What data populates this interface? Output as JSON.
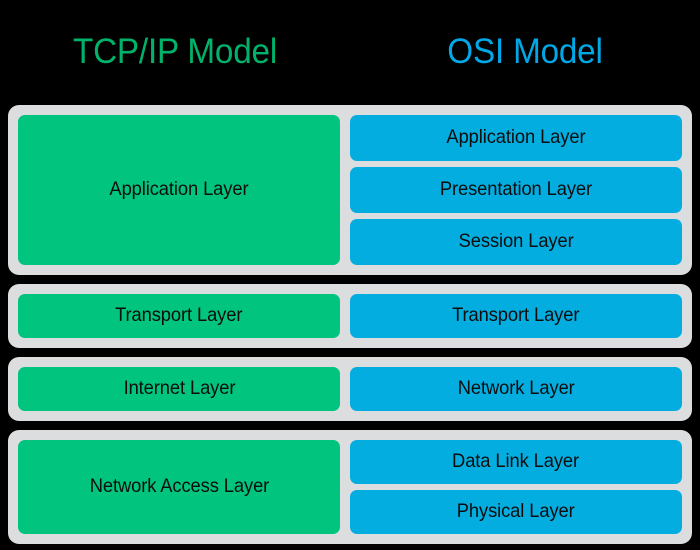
{
  "diagram": {
    "title_left": "TCP/IP Model",
    "title_right": "OSI Model",
    "accent_green": "#01c47e",
    "accent_blue": "#04ade0",
    "title_green": "#00b36b",
    "title_blue": "#00a8e8",
    "group_bg": "#dcdddf",
    "background": "#000000"
  },
  "rows": [
    {
      "name": "application-group",
      "tcpip": [
        "Application Layer"
      ],
      "osi": [
        "Application Layer",
        "Presentation Layer",
        "Session Layer"
      ]
    },
    {
      "name": "transport-group",
      "tcpip": [
        "Transport Layer"
      ],
      "osi": [
        "Transport Layer"
      ]
    },
    {
      "name": "internet-group",
      "tcpip": [
        "Internet Layer"
      ],
      "osi": [
        "Network Layer"
      ]
    },
    {
      "name": "network-access-group",
      "tcpip": [
        "Network Access Layer"
      ],
      "osi": [
        "Data Link Layer",
        "Physical Layer"
      ]
    }
  ]
}
